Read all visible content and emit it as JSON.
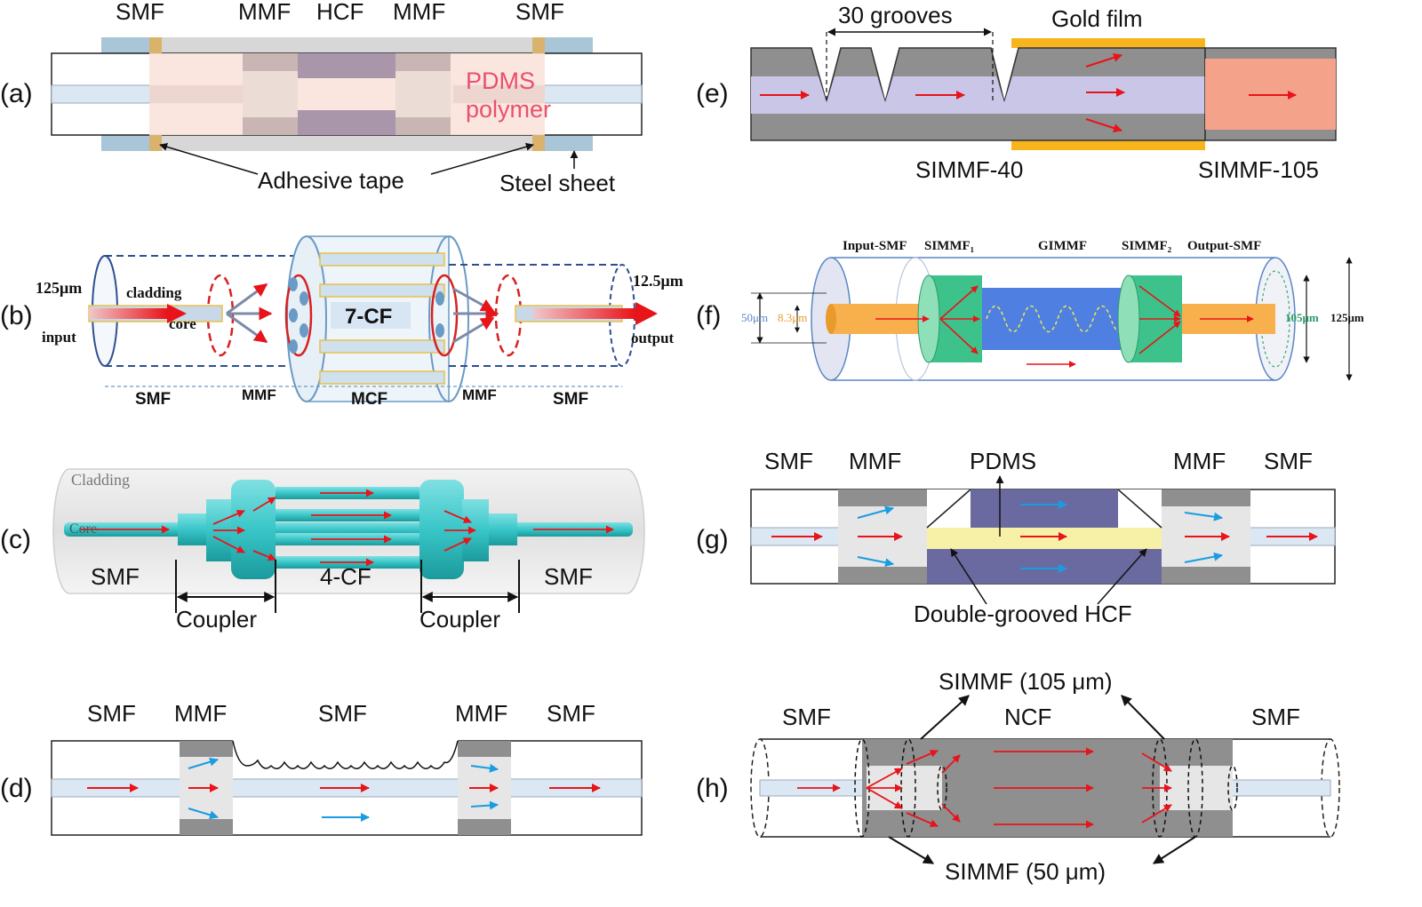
{
  "panels": {
    "a": {
      "label": "(a)",
      "smf_left": "SMF",
      "mmf_left": "MMF",
      "hcf": "HCF",
      "mmf_right": "MMF",
      "smf_right": "SMF",
      "pdms_1": "PDMS",
      "pdms_2": "polymer",
      "adhesive": "Adhesive tape",
      "steel": "Steel sheet"
    },
    "b": {
      "label": "(b)",
      "d125": "125μm",
      "cladding": "cladding",
      "core": "core",
      "input": "input",
      "cf7": "7-CF",
      "d12": "12.5μm",
      "output": "output",
      "smf1": "SMF",
      "mmf1": "MMF",
      "mcf": "MCF",
      "mmf2": "MMF",
      "smf2": "SMF"
    },
    "c": {
      "label": "(c)",
      "cladding": "Cladding",
      "core": "Core",
      "smf1": "SMF",
      "cf4": "4-CF",
      "smf2": "SMF",
      "coupler1": "Coupler",
      "coupler2": "Coupler"
    },
    "d": {
      "label": "(d)",
      "smf1": "SMF",
      "mmf1": "MMF",
      "smf_mid": "SMF",
      "mmf2": "MMF",
      "smf2": "SMF"
    },
    "e": {
      "label": "(e)",
      "grooves": "30 grooves",
      "gold": "Gold film",
      "simmf40": "SIMMF-40",
      "simmf105": "SIMMF-105"
    },
    "f": {
      "label": "(f)",
      "input_smf": "Input-SMF",
      "simmf1": "SIMMF₁",
      "gimmf": "GIMMF",
      "simmf2": "SIMMF₂",
      "output_smf": "Output-SMF",
      "d50": "50μm",
      "d83": "8.3μm",
      "d105": "105μm",
      "d125": "125μm"
    },
    "g": {
      "label": "(g)",
      "smf1": "SMF",
      "mmf1": "MMF",
      "pdms": "PDMS",
      "mmf2": "MMF",
      "smf2": "SMF",
      "hcf": "Double-grooved HCF"
    },
    "h": {
      "label": "(h)",
      "smf1": "SMF",
      "ncf": "NCF",
      "smf2": "SMF",
      "simmf105": "SIMMF (105 μm)",
      "simmf50": "SIMMF (50 μm)"
    }
  },
  "colors": {
    "red_arrow": "#e8141a",
    "blue_arrow": "#1a9ce0",
    "core": "#dbe8f4",
    "gray_cladding": "#8f8f8f",
    "light_gray": "#e6e6e6",
    "pdms_text": "#e8506e",
    "gold": "#f8b41c",
    "salmon": "#f4a28a",
    "lavender": "#c9c6e8",
    "hcf_purple": "#6a6aa0",
    "pale_yellow": "#f6f1a6",
    "teal": "#39c6c8"
  }
}
